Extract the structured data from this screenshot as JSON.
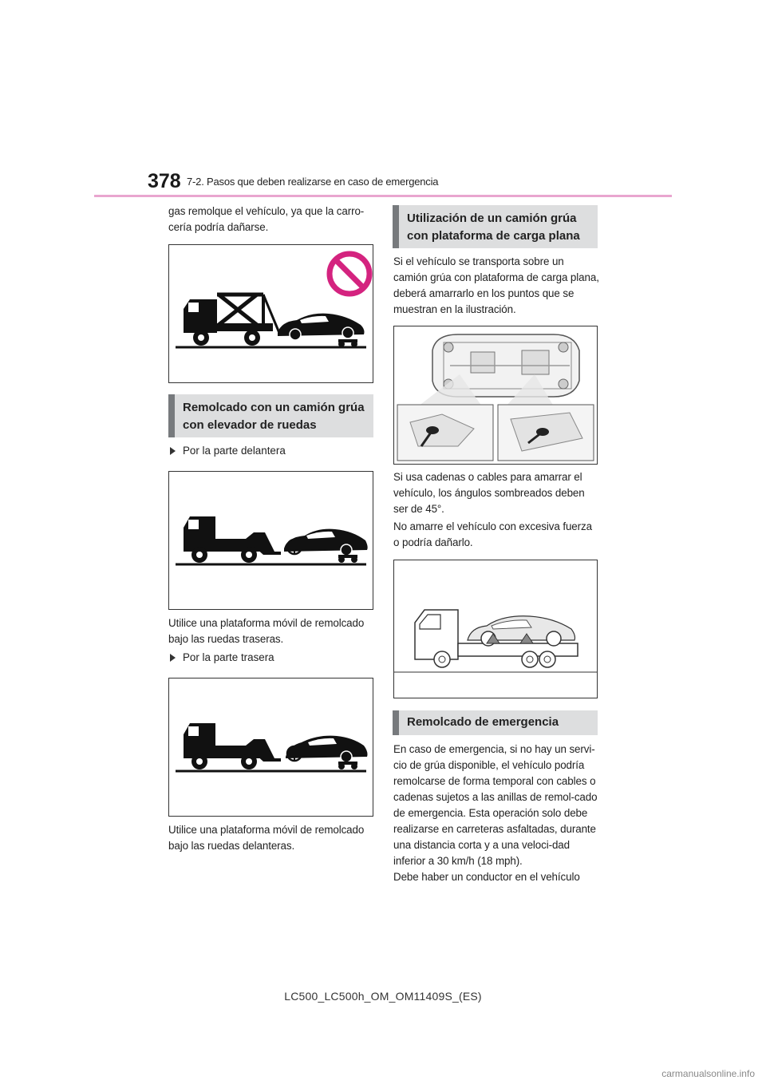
{
  "header": {
    "page_number": "378",
    "section_title": "7-2. Pasos que deben realizarse en caso de emergencia"
  },
  "left": {
    "intro_text": "gas remolque el vehículo, ya que la carro-cería podría dañarse.",
    "heading_wheel_lift": "Remolcado con un camión grúa con elevador de ruedas",
    "bullet_front": "Por la parte delantera",
    "text_front": "Utilice una plataforma móvil de remolcado bajo las ruedas traseras.",
    "bullet_rear": "Por la parte trasera",
    "text_rear": "Utilice una plataforma móvil de remolcado bajo las ruedas delanteras."
  },
  "right": {
    "heading_flatbed": "Utilización de un camión grúa con plataforma de carga plana",
    "text_flatbed": "Si el vehículo se transporta sobre un camión grúa con plataforma de carga plana, deberá amarrarlo en los puntos que se muestran en la ilustración.",
    "text_chains": "Si usa cadenas o cables para amarrar el vehículo, los ángulos sombreados deben ser de 45°.",
    "text_force": "No amarre el vehículo con excesiva fuerza o podría dañarlo.",
    "heading_emergency": "Remolcado de emergencia",
    "text_emergency": "En caso de emergencia, si no hay un servi-cio de grúa disponible, el vehículo podría remolcarse de forma temporal con cables o cadenas sujetos a las anillas de remol-cado de emergencia. Esta operación solo debe realizarse en carreteras asfaltadas, durante una distancia corta y a una veloci-dad inferior a 30 km/h (18 mph).",
    "text_driver": "Debe haber un conductor en el vehículo"
  },
  "footer": {
    "doc_code": "LC500_LC500h_OM_OM11409S_(ES)",
    "watermark": "carmanualsonline.info"
  },
  "colors": {
    "header_rule": "#e9a6cf",
    "prohibition_sign": "#d4237f",
    "heading_bg": "#dddedf",
    "heading_bar": "#777a7d"
  }
}
